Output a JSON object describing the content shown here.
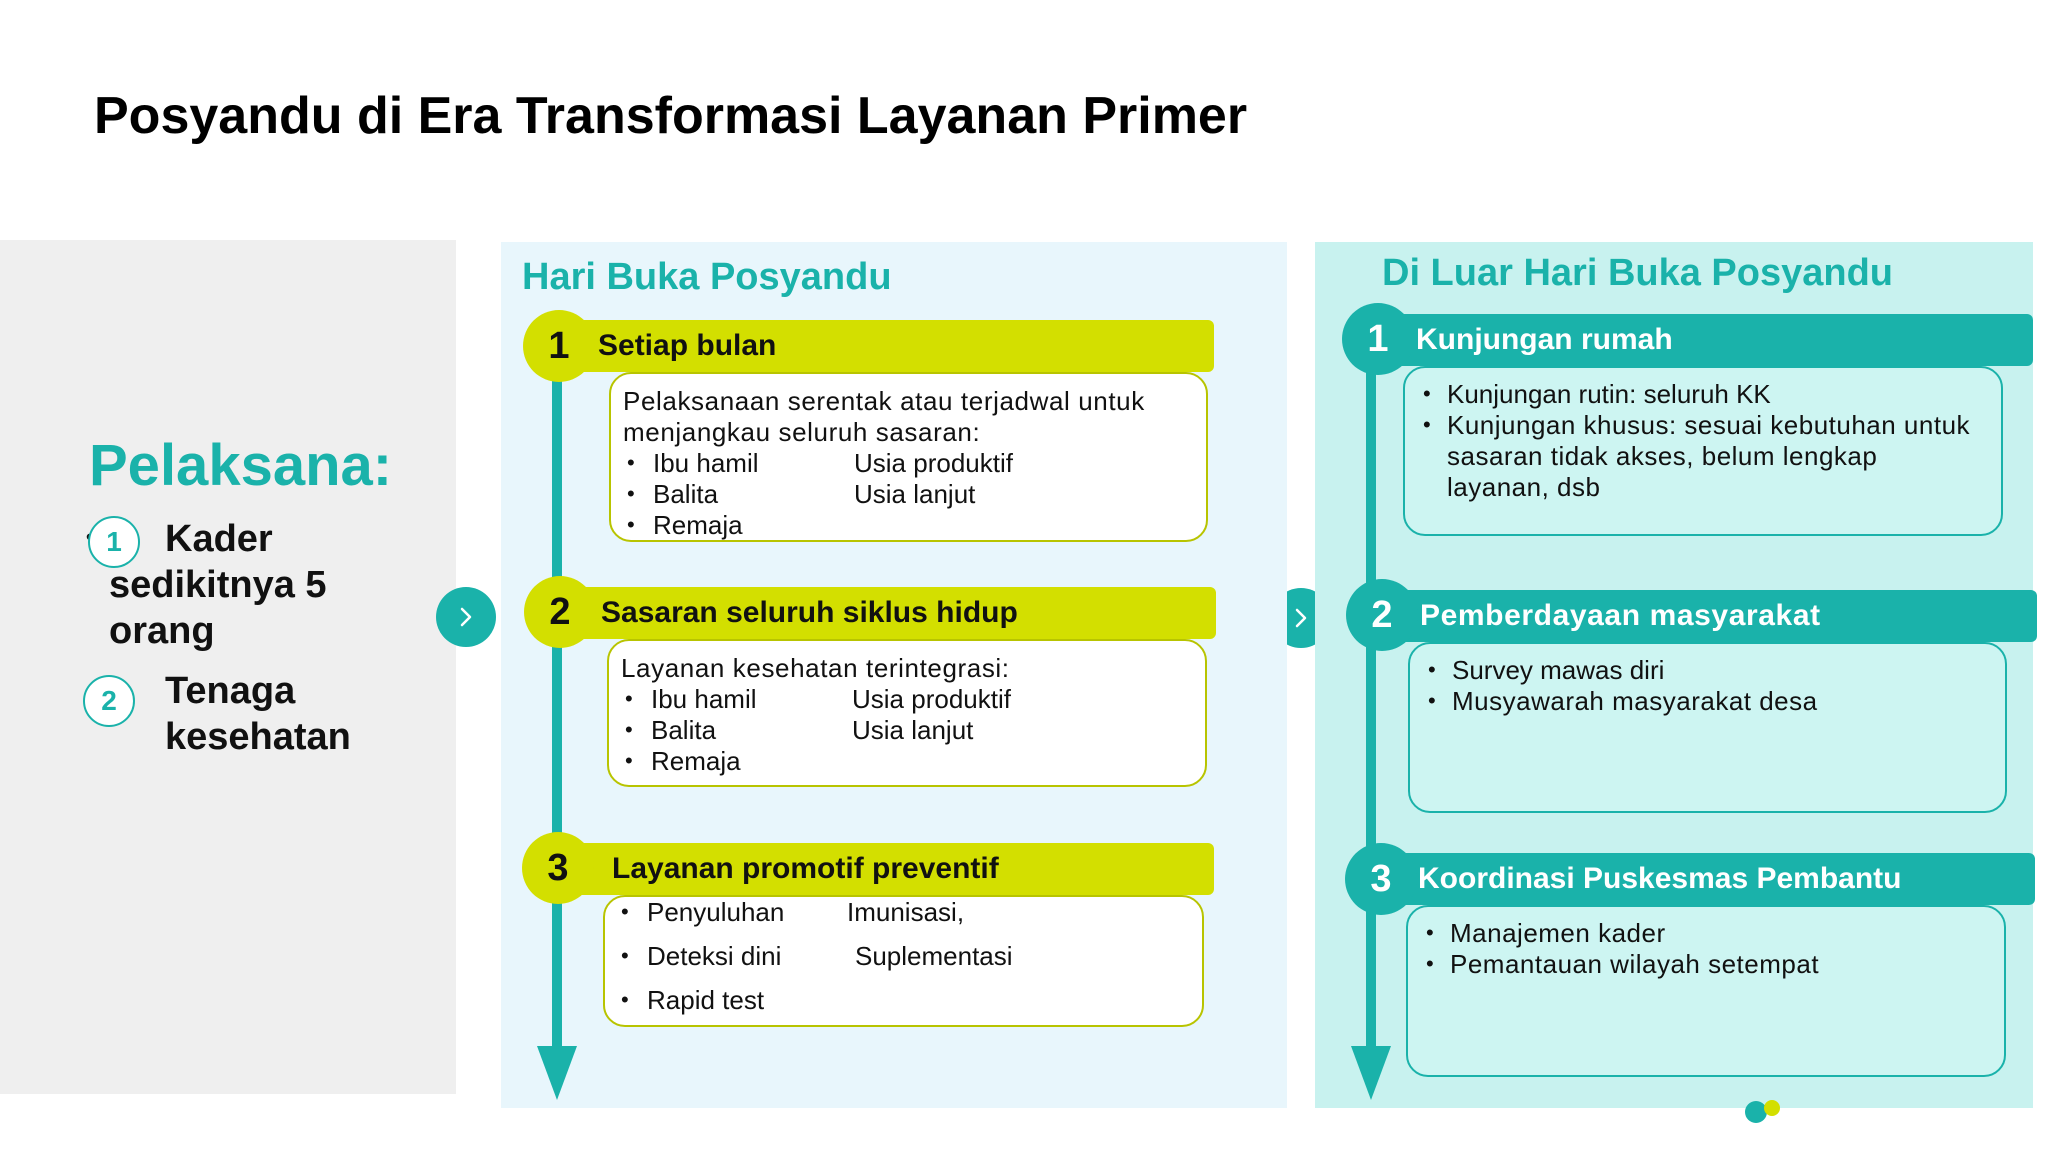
{
  "title": "Posyandu di Era Transformasi Layanan Primer",
  "left": {
    "heading": "Pelaksana:",
    "items": [
      {
        "num": "1",
        "lines": [
          "Kader",
          "sedikitnya 5",
          "orang"
        ]
      },
      {
        "num": "2",
        "lines": [
          "Tenaga",
          "kesehatan"
        ]
      }
    ]
  },
  "middle": {
    "title": "Hari Buka Posyandu",
    "sections": [
      {
        "num": "1",
        "label": "Setiap bulan",
        "intro": [
          "Pelaksanaan serentak atau terjadwal untuk",
          "menjangkau seluruh sasaran:"
        ],
        "col1": [
          "Ibu hamil",
          "Balita",
          "Remaja"
        ],
        "col2": [
          "Usia produktif",
          "Usia lanjut"
        ]
      },
      {
        "num": "2",
        "label": "Sasaran seluruh siklus hidup",
        "intro": [
          "Layanan kesehatan terintegrasi:"
        ],
        "col1": [
          "Ibu hamil",
          "Balita",
          "Remaja"
        ],
        "col2": [
          "Usia produktif",
          "Usia lanjut"
        ]
      },
      {
        "num": "3",
        "label": "Layanan promotif preventif",
        "col1": [
          "Penyuluhan",
          "Deteksi dini",
          "Rapid test"
        ],
        "col2": [
          "Imunisasi,",
          "Suplementasi"
        ]
      }
    ]
  },
  "right": {
    "title": "Di Luar Hari Buka Posyandu",
    "sections": [
      {
        "num": "1",
        "label": "Kunjungan rumah",
        "bullets": [
          "Kunjungan rutin: seluruh KK",
          "Kunjungan khusus: sesuai kebutuhan untuk"
        ],
        "continuation": [
          "sasaran tidak akses, belum lengkap",
          "layanan, dsb"
        ]
      },
      {
        "num": "2",
        "label": "Pemberdayaan masyarakat",
        "bullets": [
          "Survey mawas diri",
          "Musyawarah masyarakat desa"
        ]
      },
      {
        "num": "3",
        "label": "Koordinasi Puskesmas Pembantu",
        "bullets": [
          "Manajemen kader",
          "Pemantauan wilayah setempat"
        ]
      }
    ]
  },
  "colors": {
    "teal": "#1ab2aa",
    "lime": "#d3df00",
    "panel_gray": "#efefef",
    "panel_blue": "#e8f6fc",
    "panel_teal": "#c8f2ef"
  },
  "icons": {
    "connector": "chevron-right-icon",
    "timeline": "arrow-down-icon"
  }
}
